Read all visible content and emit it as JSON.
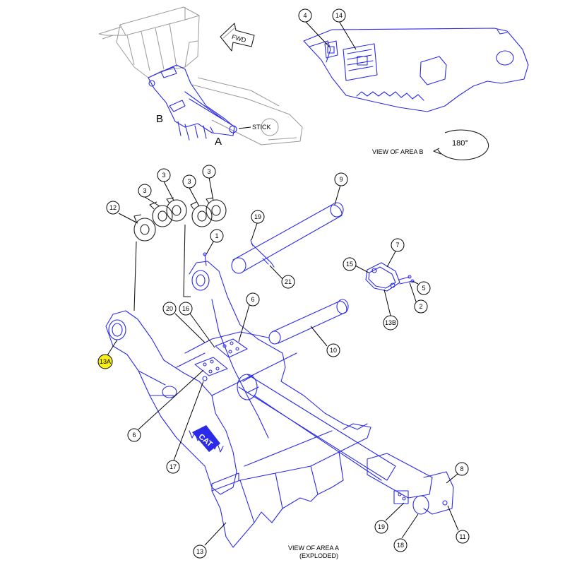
{
  "colors": {
    "line": "#2a2ae8",
    "context_line": "#9a9a9a",
    "highlight": "#f7ee1a",
    "callout_fill": "#ffffff",
    "callout_stroke": "#000000"
  },
  "overview": {
    "fwd_label": "FWD",
    "stick_label": "STICK",
    "point_a": "A",
    "point_b": "B"
  },
  "area_b": {
    "caption": "VIEW OF AREA B",
    "rotation": "180°"
  },
  "area_a": {
    "caption_line1": "VIEW OF AREA A",
    "caption_line2": "(EXPLODED)"
  },
  "brand_logo": "CAT",
  "callouts": [
    {
      "id": "c-4",
      "label": "4",
      "highlighted": false
    },
    {
      "id": "c-14",
      "label": "14",
      "highlighted": false
    },
    {
      "id": "c-3a",
      "label": "3",
      "highlighted": false
    },
    {
      "id": "c-3b",
      "label": "3",
      "highlighted": false
    },
    {
      "id": "c-3c",
      "label": "3",
      "highlighted": false
    },
    {
      "id": "c-3d",
      "label": "3",
      "highlighted": false
    },
    {
      "id": "c-12",
      "label": "12",
      "highlighted": false
    },
    {
      "id": "c-9",
      "label": "9",
      "highlighted": false
    },
    {
      "id": "c-19a",
      "label": "19",
      "highlighted": false
    },
    {
      "id": "c-1",
      "label": "1",
      "highlighted": false
    },
    {
      "id": "c-21",
      "label": "21",
      "highlighted": false
    },
    {
      "id": "c-7",
      "label": "7",
      "highlighted": false
    },
    {
      "id": "c-15",
      "label": "15",
      "highlighted": false
    },
    {
      "id": "c-5",
      "label": "5",
      "highlighted": false
    },
    {
      "id": "c-2",
      "label": "2",
      "highlighted": false
    },
    {
      "id": "c-13b",
      "label": "13B",
      "highlighted": false
    },
    {
      "id": "c-20",
      "label": "20",
      "highlighted": false
    },
    {
      "id": "c-16",
      "label": "16",
      "highlighted": false
    },
    {
      "id": "c-6a",
      "label": "6",
      "highlighted": false
    },
    {
      "id": "c-13a",
      "label": "13A",
      "highlighted": true
    },
    {
      "id": "c-10",
      "label": "10",
      "highlighted": false
    },
    {
      "id": "c-6b",
      "label": "6",
      "highlighted": false
    },
    {
      "id": "c-17",
      "label": "17",
      "highlighted": false
    },
    {
      "id": "c-8",
      "label": "8",
      "highlighted": false
    },
    {
      "id": "c-19b",
      "label": "19",
      "highlighted": false
    },
    {
      "id": "c-18",
      "label": "18",
      "highlighted": false
    },
    {
      "id": "c-11",
      "label": "11",
      "highlighted": false
    },
    {
      "id": "c-13",
      "label": "13",
      "highlighted": false
    }
  ]
}
